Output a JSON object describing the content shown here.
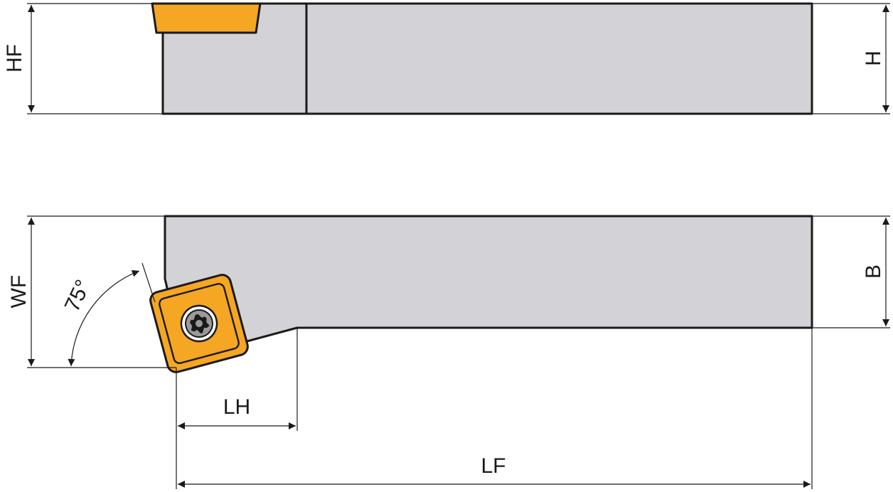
{
  "colors": {
    "holder_body": "#d3d2d6",
    "insert_fill": "#f5a623",
    "outline": "#1a1a1a",
    "screw_fill": "#9a9a9a"
  },
  "dimensions": {
    "hf": "HF",
    "h": "H",
    "wf": "WF",
    "b": "B",
    "lh": "LH",
    "lf": "LF",
    "angle": "75°"
  },
  "icons": {
    "screw": "torx-screw-icon",
    "insert": "square-insert-icon"
  }
}
